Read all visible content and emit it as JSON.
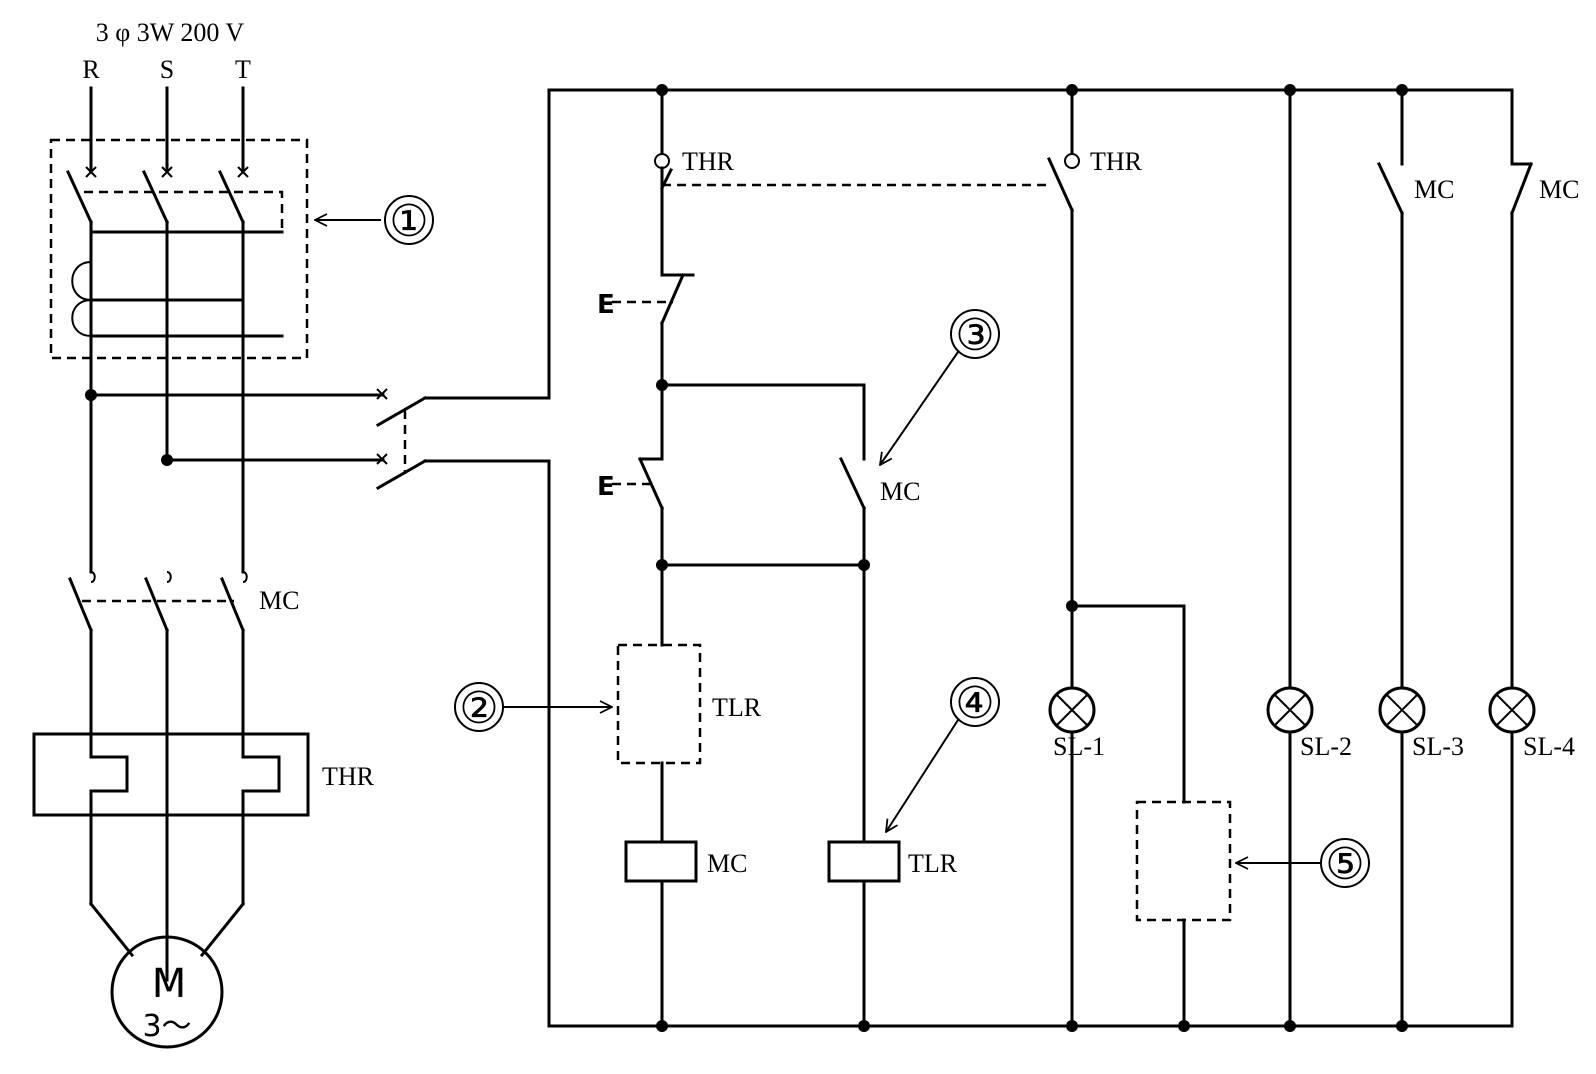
{
  "supply": {
    "spec": "3 φ 3W 200 V",
    "phase_r": "R",
    "phase_s": "S",
    "phase_t": "T"
  },
  "main_circuit": {
    "mc_label": "MC",
    "thr_label": "THR",
    "motor_letter": "M",
    "motor_phase": "3～"
  },
  "control_circuit": {
    "thr_label_1": "THR",
    "thr_label_2": "THR",
    "stop_switch": "E",
    "start_switch": "E",
    "mc_hold_contact": "MC",
    "timer_box_label": "TLR",
    "mc_coil": "MC",
    "tlr_coil": "TLR",
    "mc_contact_a": "MC",
    "mc_contact_b": "MC",
    "lamps": [
      "SL-1",
      "SL-2",
      "SL-3",
      "SL-4"
    ]
  },
  "callouts": [
    "①",
    "②",
    "③",
    "④",
    "⑤"
  ]
}
